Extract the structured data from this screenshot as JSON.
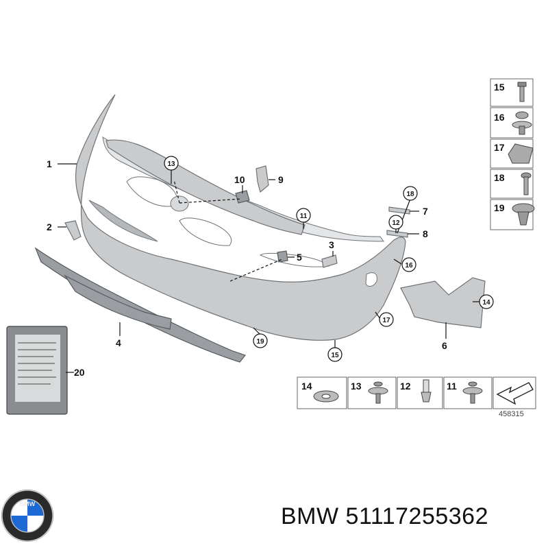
{
  "diagram": {
    "id": "458315",
    "callouts": {
      "c1": "1",
      "c2": "2",
      "c3": "3",
      "c4": "4",
      "c5": "5",
      "c6": "6",
      "c7": "7",
      "c8": "8",
      "c9": "9",
      "c10": "10",
      "c11": "11",
      "c12": "12",
      "c13": "13",
      "c14": "14",
      "c15": "15",
      "c16": "16",
      "c17": "17",
      "c18": "18",
      "c19": "19",
      "c20": "20"
    },
    "side_panel": [
      "15",
      "16",
      "17",
      "18",
      "19"
    ],
    "bottom_panel": [
      "14",
      "13",
      "12",
      "11"
    ]
  },
  "logo": {
    "icon": "bmw-roundel",
    "letters": "BMW"
  },
  "caption": {
    "text": "BMW 51117255362"
  },
  "colors": {
    "part_grey": "#c9cbcd",
    "roundel_blue": "#1c69d4"
  }
}
